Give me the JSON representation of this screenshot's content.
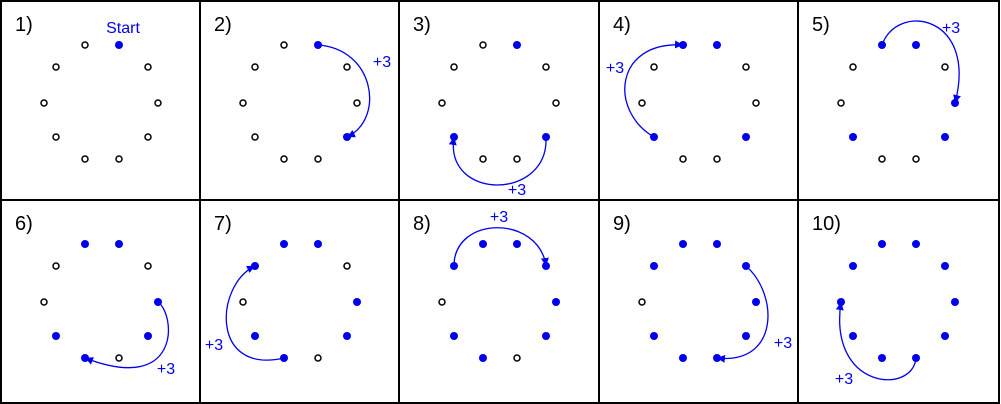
{
  "colors": {
    "accent": "#0000ee",
    "stroke": "#000000",
    "background": "#ffffff"
  },
  "panels": [
    {
      "label": "1)",
      "filled": [
        0
      ],
      "move": null,
      "note": "Start"
    },
    {
      "label": "2)",
      "filled": [
        0,
        3
      ],
      "move": {
        "from": 0,
        "to": 3
      },
      "note": "+3"
    },
    {
      "label": "3)",
      "filled": [
        0,
        3,
        6
      ],
      "move": {
        "from": 3,
        "to": 6
      },
      "note": "+3"
    },
    {
      "label": "4)",
      "filled": [
        0,
        3,
        6,
        9
      ],
      "move": {
        "from": 6,
        "to": 9
      },
      "note": "+3"
    },
    {
      "label": "5)",
      "filled": [
        0,
        3,
        6,
        9,
        2
      ],
      "move": {
        "from": 9,
        "to": 2
      },
      "note": "+3"
    },
    {
      "label": "6)",
      "filled": [
        0,
        3,
        6,
        9,
        2,
        5
      ],
      "move": {
        "from": 2,
        "to": 5
      },
      "note": "+3"
    },
    {
      "label": "7)",
      "filled": [
        0,
        3,
        6,
        9,
        2,
        5,
        8
      ],
      "move": {
        "from": 5,
        "to": 8
      },
      "note": "+3"
    },
    {
      "label": "8)",
      "filled": [
        0,
        3,
        6,
        9,
        2,
        5,
        8,
        1
      ],
      "move": {
        "from": 8,
        "to": 1
      },
      "note": "+3"
    },
    {
      "label": "9)",
      "filled": [
        0,
        3,
        6,
        9,
        2,
        5,
        8,
        1,
        4
      ],
      "move": {
        "from": 1,
        "to": 4
      },
      "note": "+3"
    },
    {
      "label": "10)",
      "filled": [
        0,
        3,
        6,
        9,
        2,
        5,
        8,
        1,
        4,
        7
      ],
      "move": {
        "from": 4,
        "to": 7
      },
      "note": "+3"
    }
  ]
}
